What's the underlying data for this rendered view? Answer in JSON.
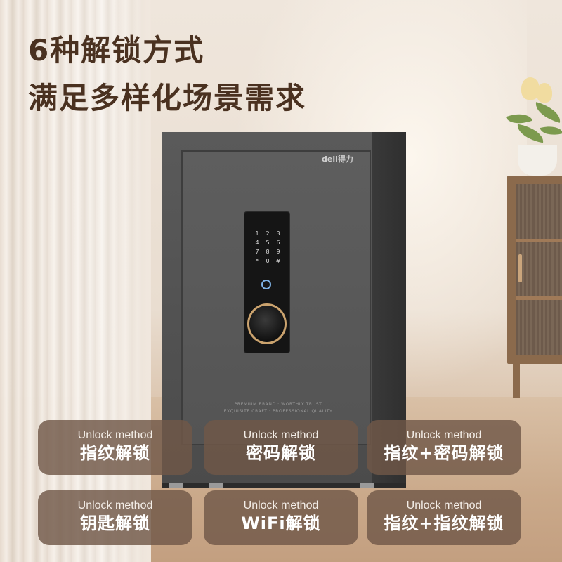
{
  "headline": {
    "line1": "6种解锁方式",
    "line2": "满足多样化场景需求"
  },
  "safe": {
    "brand": "deli得力",
    "keypad": [
      "1",
      "2",
      "3",
      "4",
      "5",
      "6",
      "7",
      "8",
      "9",
      "*",
      "0",
      "#"
    ],
    "caption_line1": "PREMIUM BRAND · WORTHLY TRUST",
    "caption_line2": "EXQUISITE CRAFT · PROFESSIONAL QUALITY"
  },
  "methods": [
    {
      "en": "Unlock method",
      "zh": "指纹解锁"
    },
    {
      "en": "Unlock method",
      "zh": "密码解锁"
    },
    {
      "en": "Unlock method",
      "zh": "指纹+密码解锁"
    },
    {
      "en": "Unlock method",
      "zh": "钥匙解锁"
    },
    {
      "en": "Unlock method",
      "zh": "WiFi解锁"
    },
    {
      "en": "Unlock method",
      "zh": "指纹+指纹解锁"
    }
  ],
  "colors": {
    "headline": "#4a3120",
    "card_bg": "#705848",
    "safe_body": "#545454",
    "knob_ring": "#cba36e"
  }
}
